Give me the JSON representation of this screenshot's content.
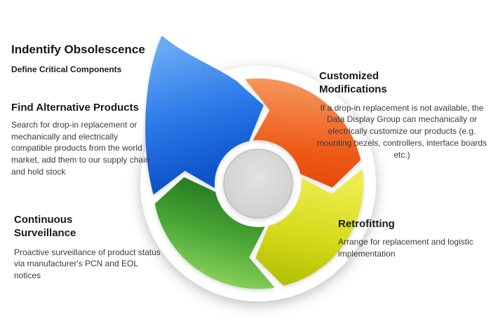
{
  "steps": {
    "identify": {
      "heading": "Indentify Obsolescence",
      "subheading": "Define Critical Components"
    },
    "find": {
      "heading": "Find Alternative Products",
      "body": "Search for drop-in replacement or mechanically and electrically compatible products from the world market, add them to our supply chain and hold stock"
    },
    "customized": {
      "heading": "Customized Modifications",
      "body": "If a drop-in replacement is not available, the Data Display Group can mechanically or electrically customize our products (e.g. mounting bezels, controllers, interface boards etc.)"
    },
    "retrofitting": {
      "heading": "Retrofitting",
      "body": "Arrange for replacement and logistic implementation"
    },
    "continuous": {
      "heading": "Continuous Surveillance",
      "body": "Proactive surveillance of product status via manufacturer's PCN and EOL notices"
    }
  },
  "diagram": {
    "segments": {
      "blue": {
        "name": "identify-arrow-segment",
        "light": "#66a9f4",
        "mid": "#2b78e8",
        "dark": "#0e55cc"
      },
      "red": {
        "name": "customized-arrow-segment",
        "light": "#f69a62",
        "mid": "#ee5a17",
        "dark": "#e23c00"
      },
      "yellow": {
        "name": "retrofitting-arrow-segment",
        "light": "#ecec4e",
        "mid": "#d6da1a",
        "dark": "#b4c104"
      },
      "green": {
        "name": "continuous-arrow-segment",
        "light": "#8ed45e",
        "mid": "#4aa635",
        "dark": "#2b7f24"
      }
    },
    "center": {
      "fill_light": "#e2e2e2",
      "fill_dark": "#cdcdcd",
      "stroke": "#bfbfbf"
    },
    "disc_fill": "#ffffff"
  }
}
